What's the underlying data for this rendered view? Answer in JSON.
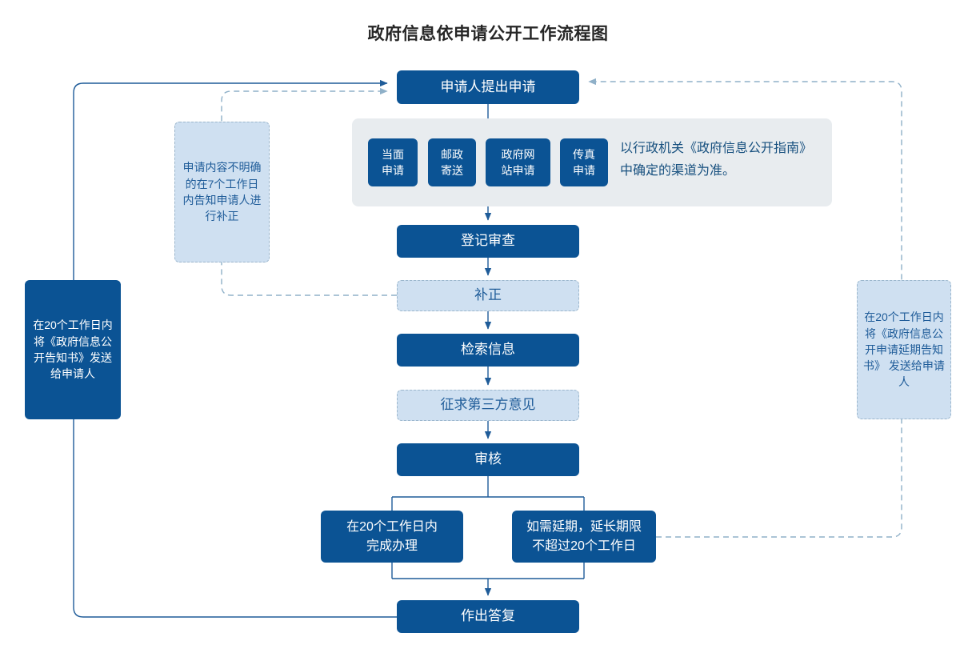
{
  "chart_data": {
    "type": "diagram",
    "title": "政府信息依申请公开工作流程图",
    "nodes": [
      {
        "id": "apply",
        "label": "申请人提出申请",
        "style": "solid"
      },
      {
        "id": "inperson",
        "label": "当面\n申请",
        "style": "solid"
      },
      {
        "id": "post",
        "label": "邮政\n寄送",
        "style": "solid"
      },
      {
        "id": "web",
        "label": "政府网\n站申请",
        "style": "solid"
      },
      {
        "id": "fax",
        "label": "传真\n申请",
        "style": "solid"
      },
      {
        "id": "register",
        "label": "登记审查",
        "style": "solid"
      },
      {
        "id": "fix",
        "label": "补正",
        "style": "light"
      },
      {
        "id": "search",
        "label": "检索信息",
        "style": "solid"
      },
      {
        "id": "third",
        "label": "征求第三方意见",
        "style": "light"
      },
      {
        "id": "review",
        "label": "审核",
        "style": "solid"
      },
      {
        "id": "complete",
        "label": "在20个工作日内\n完成办理",
        "style": "solid"
      },
      {
        "id": "extend",
        "label": "如需延期，延长期限\n不超过20个工作日",
        "style": "solid"
      },
      {
        "id": "reply",
        "label": "作出答复",
        "style": "solid"
      },
      {
        "id": "note_left",
        "label": "申请内容不明确的在7个工作日内告知申请人进行补正",
        "style": "light"
      },
      {
        "id": "note_farleft",
        "label": "在20个工作日内将《政府信息公开告知书》发送给申请人",
        "style": "solid"
      },
      {
        "id": "note_right",
        "label": "在20个工作日内将《政府信息公开申请延期告知书》 发送给申请人",
        "style": "light"
      }
    ],
    "band_note": "以行政机关《政府信息公开指南》\n中确定的渠道为准。",
    "colors": {
      "solid_fill": "#0b5394",
      "light_fill": "#cfe0f1",
      "light_text": "#1f5c99",
      "band_fill": "#e8ecef",
      "line": "#1f5c99",
      "dashed_line": "#8fb0c8",
      "title_text": "#262626"
    }
  },
  "diagram": {
    "title": "政府信息依申请公开工作流程图",
    "nodes": {
      "apply": "申请人提出申请",
      "inperson": "当面\n申请",
      "post": "邮政\n寄送",
      "web": "政府网\n站申请",
      "fax": "传真\n申请",
      "register": "登记审查",
      "fix": "补正",
      "search": "检索信息",
      "third": "征求第三方意见",
      "review": "审核",
      "complete": "在20个工作日内\n完成办理",
      "extend": "如需延期，延长期限\n不超过20个工作日",
      "reply": "作出答复",
      "note_left": "申请内容不明确的在7个工作日内告知申请人进行补正",
      "note_farleft": "在20个工作日内将《政府信息公开告知书》发送给申请人",
      "note_right": "在20个工作日内将《政府信息公开申请延期告知书》 发送给申请人"
    },
    "band_note": "以行政机关《政府信息公开指南》\n中确定的渠道为准。"
  }
}
